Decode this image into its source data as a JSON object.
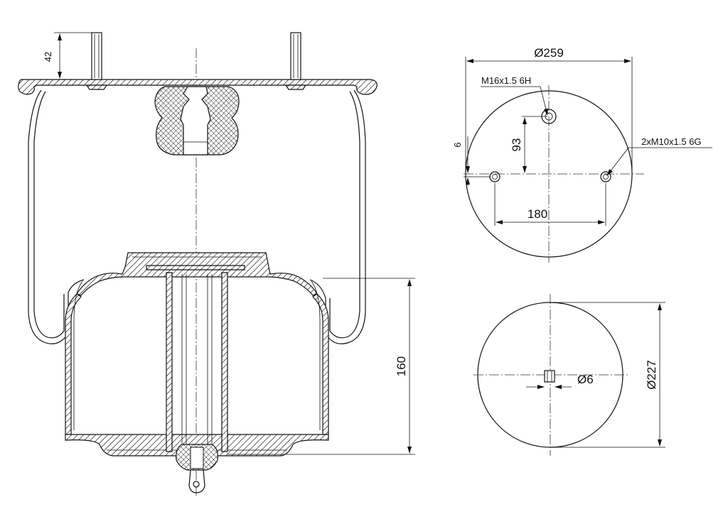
{
  "side_view": {
    "stud_height_label": "42",
    "piston_height_label": "160"
  },
  "top_view": {
    "diameter_label": "Ø259",
    "center_thread_label": "M16x1.5 6H",
    "side_thread_label": "2xM10x1.5 6G",
    "offset_label": "6",
    "center_distance_label": "93",
    "stud_spacing_label": "180"
  },
  "bottom_view": {
    "diameter_label": "Ø227",
    "port_label": "Ø6"
  }
}
